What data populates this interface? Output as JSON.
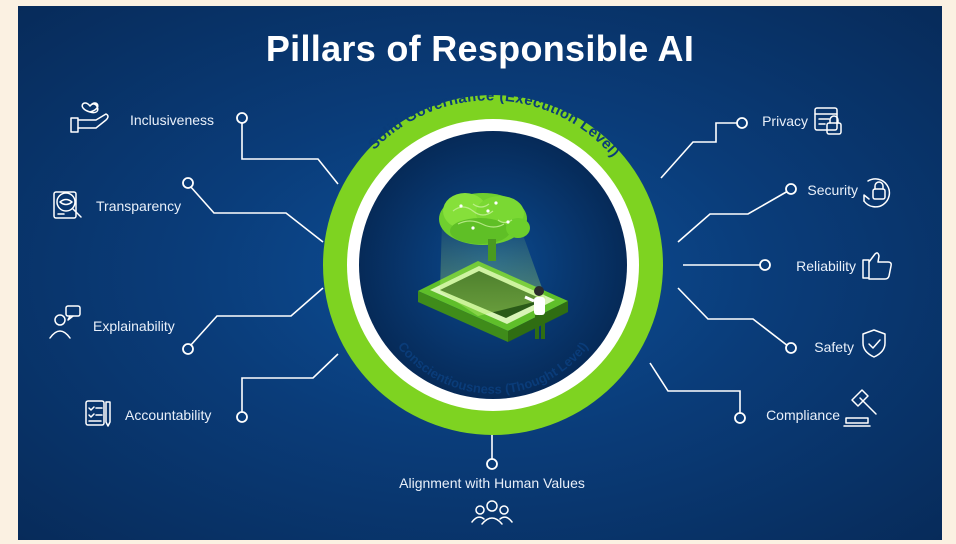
{
  "title": "Pillars of Responsible AI",
  "outer_ring_text": "Solid Governance (Execution Level)",
  "inner_ring_text": "Conscientiousness (Thought Level)",
  "pillars_left": [
    {
      "label": "Inclusiveness",
      "icon": "inclusiveness-icon"
    },
    {
      "label": "Transparency",
      "icon": "transparency-icon"
    },
    {
      "label": "Explainability",
      "icon": "explainability-icon"
    },
    {
      "label": "Accountability",
      "icon": "accountability-icon"
    }
  ],
  "pillars_right": [
    {
      "label": "Privacy",
      "icon": "privacy-icon"
    },
    {
      "label": "Security",
      "icon": "security-icon"
    },
    {
      "label": "Reliability",
      "icon": "reliability-icon"
    },
    {
      "label": "Safety",
      "icon": "safety-icon"
    },
    {
      "label": "Compliance",
      "icon": "compliance-icon"
    }
  ],
  "pillar_bottom": {
    "label": "Alignment with Human Values",
    "icon": "people-group-icon"
  },
  "colors": {
    "background": "#0a3c79",
    "ring_green": "#7ed321",
    "ring_text": "#0a3c79",
    "line": "#ffffff",
    "page": "#fbf1e2"
  },
  "center_image": "brain-on-platform-illustration"
}
